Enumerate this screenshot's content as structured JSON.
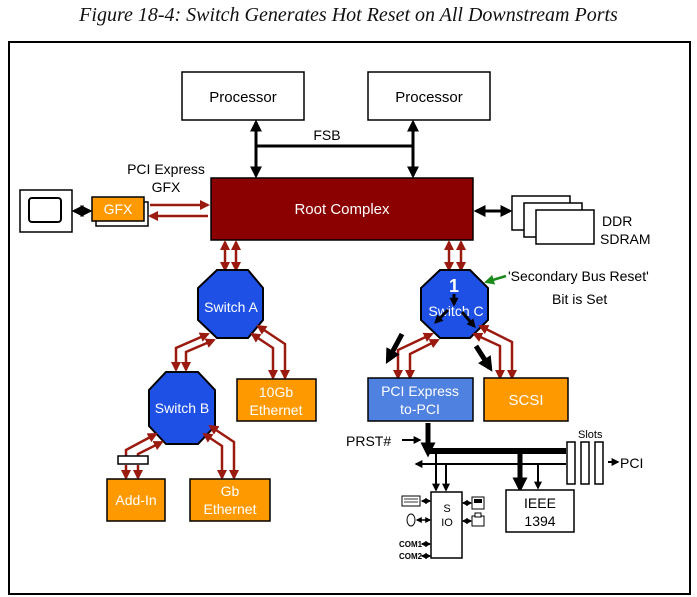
{
  "caption": "Figure 18-4: Switch Generates Hot Reset on All Downstream Ports",
  "processors": [
    "Processor",
    "Processor"
  ],
  "fsb_label": "FSB",
  "pci_express_gfx_line1": "PCI Express",
  "pci_express_gfx_line2": "GFX",
  "gfx_label": "GFX",
  "root_complex_label": "Root Complex",
  "ddr_line1": "DDR",
  "ddr_line2": "SDRAM",
  "switch_a_label": "Switch A",
  "switch_b_label": "Switch B",
  "switch_c_label": "Switch C",
  "step_number": "1",
  "annotation_line1": "'Secondary Bus Reset'",
  "annotation_line2": "Bit is Set",
  "tengb_line1": "10Gb",
  "tengb_line2": "Ethernet",
  "pcie_to_pci_line1": "PCI Express",
  "pcie_to_pci_line2": "to-PCI",
  "scsi_label": "SCSI",
  "prst_label": "PRST#",
  "slots_label": "Slots",
  "pci_label": "PCI",
  "addin_label": "Add-In",
  "gb_line1": "Gb",
  "gb_line2": "Ethernet",
  "sio_line1": "S",
  "sio_line2": "IO",
  "ieee_line1": "IEEE",
  "ieee_line2": "1394",
  "com1_label": "COM1",
  "com2_label": "COM2",
  "colors": {
    "root_complex": "#8b0000",
    "switch": "#1f50e6",
    "device_orange": "#ff9900",
    "bridge_blue": "#4f81e0",
    "link": "#9b1a10",
    "annotation_arrow": "#1a8a1a"
  }
}
